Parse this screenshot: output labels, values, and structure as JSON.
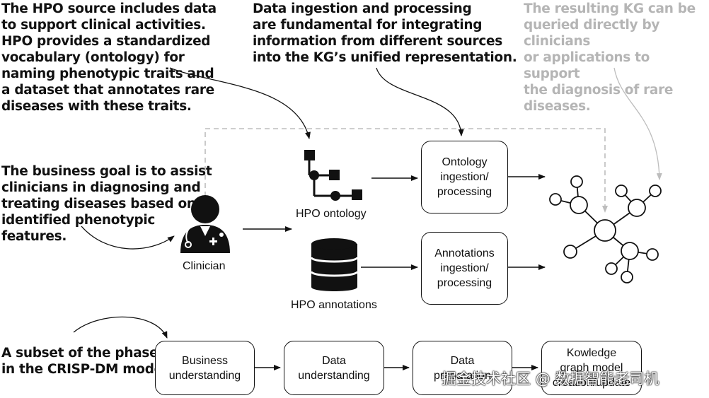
{
  "annotations": {
    "hpo_source": "The HPO source includes data\nto support clinical activities.\nHPO provides a standardized\nvocabulary (ontology) for\nnaming phenotypic traits and\na dataset that annotates rare\ndiseases with these traits.",
    "ingestion": "Data ingestion and processing\nare fundamental for integrating\ninformation from different sources\ninto the KG’s unified representation.",
    "kg_result": "The resulting KG can be\nqueried directly by clinicians\nor applications to support\nthe diagnosis of rare diseases.",
    "business_goal": "The business goal is to assist\nclinicians in diagnosing and\ntreating diseases based on\nidentified phenotypic\nfeatures.",
    "crisp_dm": "A subset of the phases\nin the CRISP-DM model"
  },
  "nodes": {
    "clinician": "Clinician",
    "hpo_ontology": "HPO ontology",
    "hpo_annotations": "HPO annotations",
    "ontology_processing": "Ontology\ningestion/\nprocessing",
    "annotations_processing": "Annotations\ningestion/\nprocessing"
  },
  "phases": [
    "Business\nunderstanding",
    "Data\nunderstanding",
    "Data\npreparation",
    "Kowledge\ngraph model\ncreation/update"
  ],
  "watermark": "掘金技术社区 @ 数据智能老司机",
  "colors": {
    "ink": "#111111",
    "muted": "#b5b5b5",
    "dashed": "#bdbdbd"
  }
}
